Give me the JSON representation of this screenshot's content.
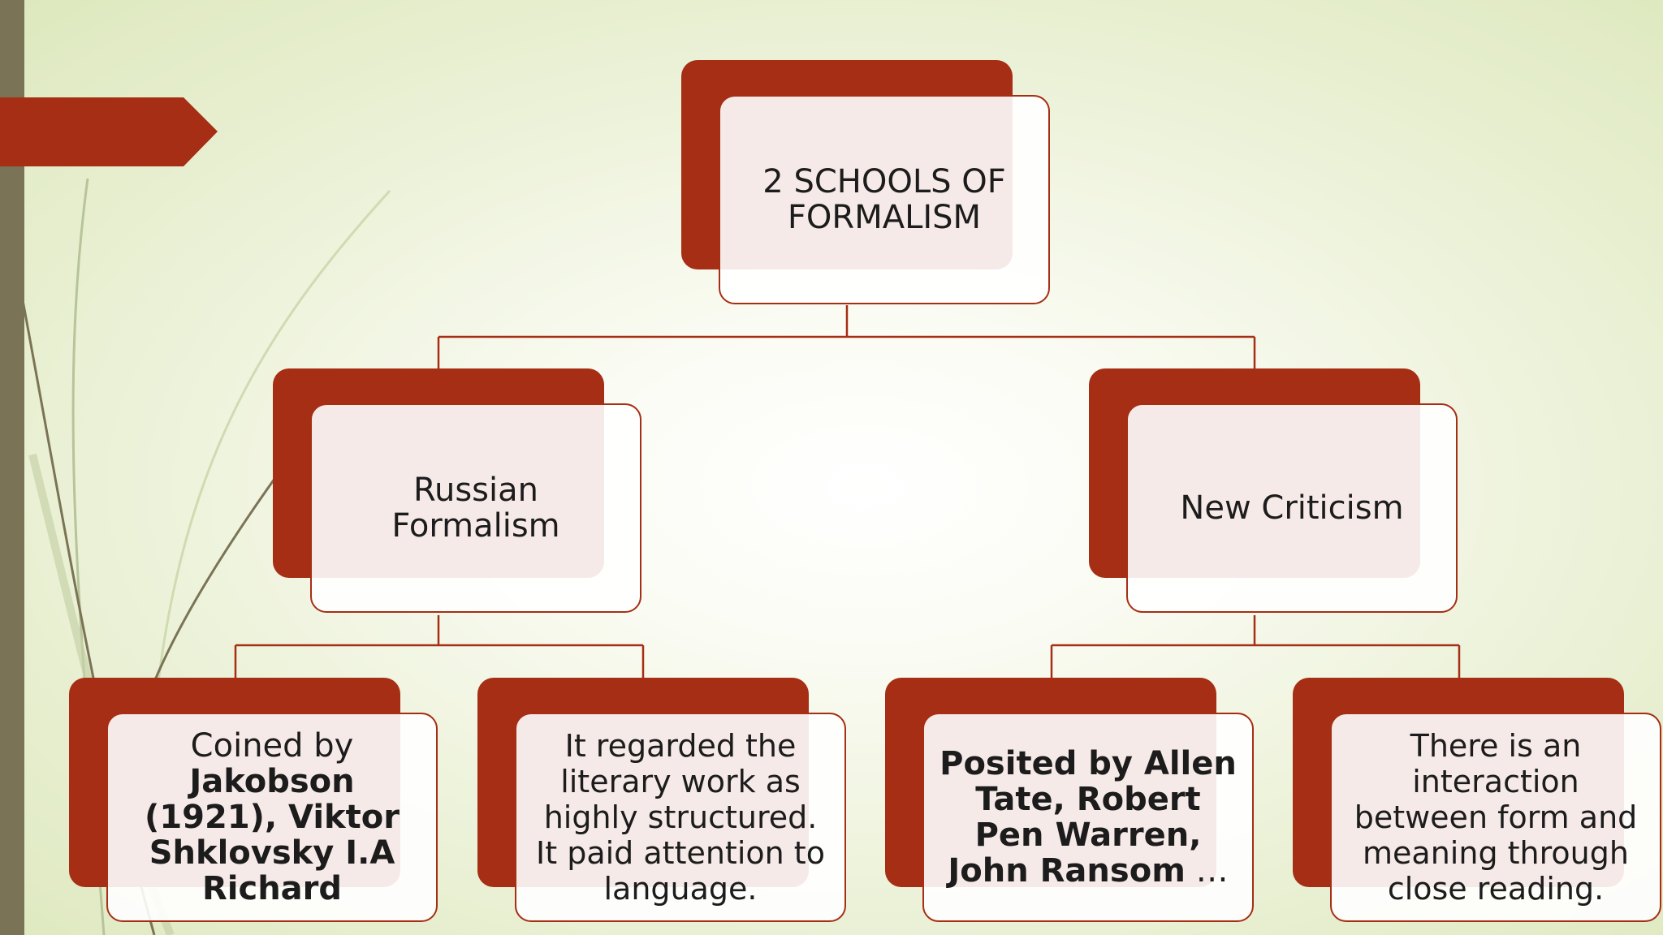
{
  "colors": {
    "accent": "#a52e14",
    "sidebar": "#7b7356",
    "background": "#eef3dc"
  },
  "diagram": {
    "root": {
      "label_line1": "2 SCHOOLS OF",
      "label_line2": "FORMALISM"
    },
    "branches": [
      {
        "label": "Russian Formalism",
        "children": [
          {
            "intro": "Coined by",
            "bold": "Jakobson (1921), Viktor Shklovsky I.A Richard"
          },
          {
            "text": "It regarded the literary work as highly structured. It paid attention to language."
          }
        ]
      },
      {
        "label": "New Criticism",
        "children": [
          {
            "bold": "Posited by Allen Tate, Robert Pen Warren, John Ransom",
            "suffix": " …"
          },
          {
            "text": "There is an interaction between form and meaning through close reading."
          }
        ]
      }
    ]
  }
}
